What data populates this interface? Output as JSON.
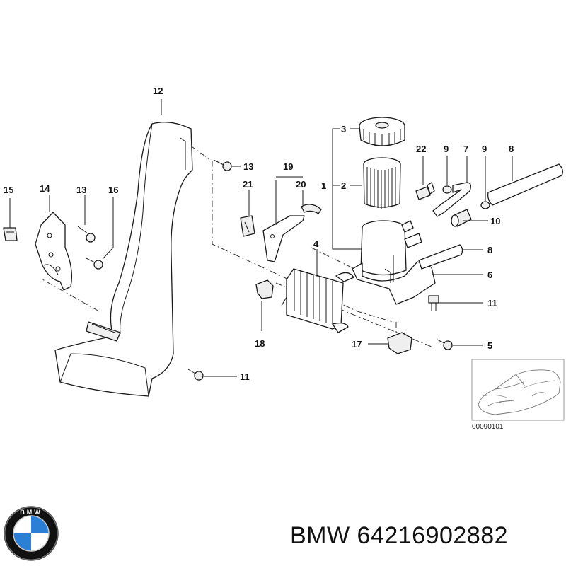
{
  "diagram": {
    "inset_code": "00090101",
    "labels": {
      "p1": "1",
      "p2": "2",
      "p3": "3",
      "p4": "4",
      "p5": "5",
      "p6": "6",
      "p7": "7",
      "p8a": "8",
      "p8b": "8",
      "p9a": "9",
      "p9b": "9",
      "p10": "10",
      "p11a": "11",
      "p11b": "11",
      "p12": "12",
      "p13a": "13",
      "p13b": "13",
      "p14": "14",
      "p15": "15",
      "p16": "16",
      "p17": "17",
      "p18": "18",
      "p19": "19",
      "p20": "20",
      "p21": "21",
      "p22": "22"
    }
  },
  "logo": {
    "text": "BMW",
    "colors": {
      "ring": "#111111",
      "blue": "#2b7fd4",
      "white": "#ffffff"
    }
  },
  "caption": {
    "brand": "BMW",
    "part_number": "64216902882"
  }
}
